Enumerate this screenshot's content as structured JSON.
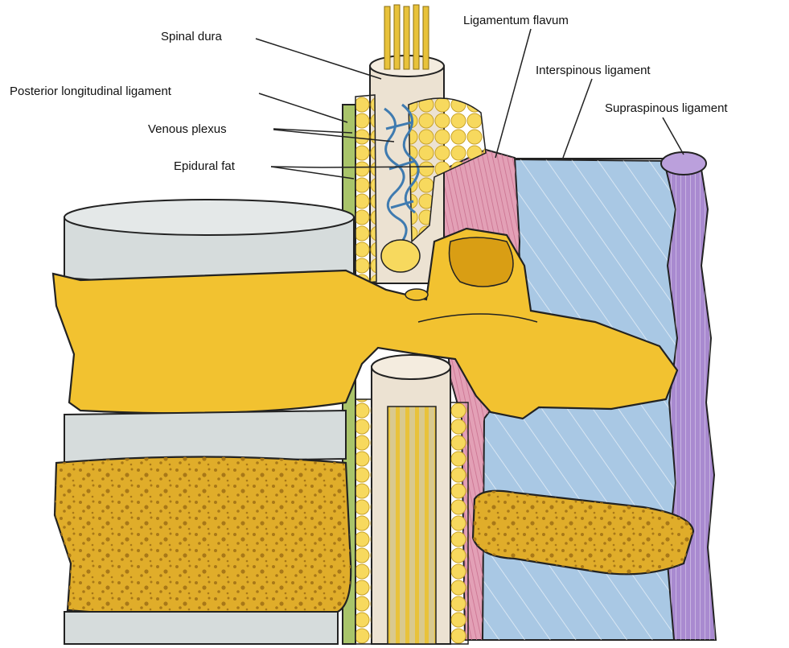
{
  "labels": {
    "spinal_dura": "Spinal dura",
    "posterior_longitudinal_ligament": "Posterior longitudinal ligament",
    "venous_plexus": "Venous plexus",
    "epidural_fat": "Epidural fat",
    "ligamentum_flavum": "Ligamentum flavum",
    "interspinous_ligament": "Interspinous ligament",
    "supraspinous_ligament": "Supraspinous ligament"
  },
  "colors": {
    "bone": "#f2c230",
    "bone_dark": "#d99e14",
    "cancellous": "#e0ad2a",
    "disc": "#d6dcdc",
    "dura": "#ece2d2",
    "nerve": "#e8c23a",
    "fat": "#f6d65a",
    "pll": "#a9c46a",
    "venous": "#3f7bb0",
    "flavum": "#e3a0b6",
    "interspinous": "#a9c8e4",
    "supraspinous": "#a98ad0"
  }
}
